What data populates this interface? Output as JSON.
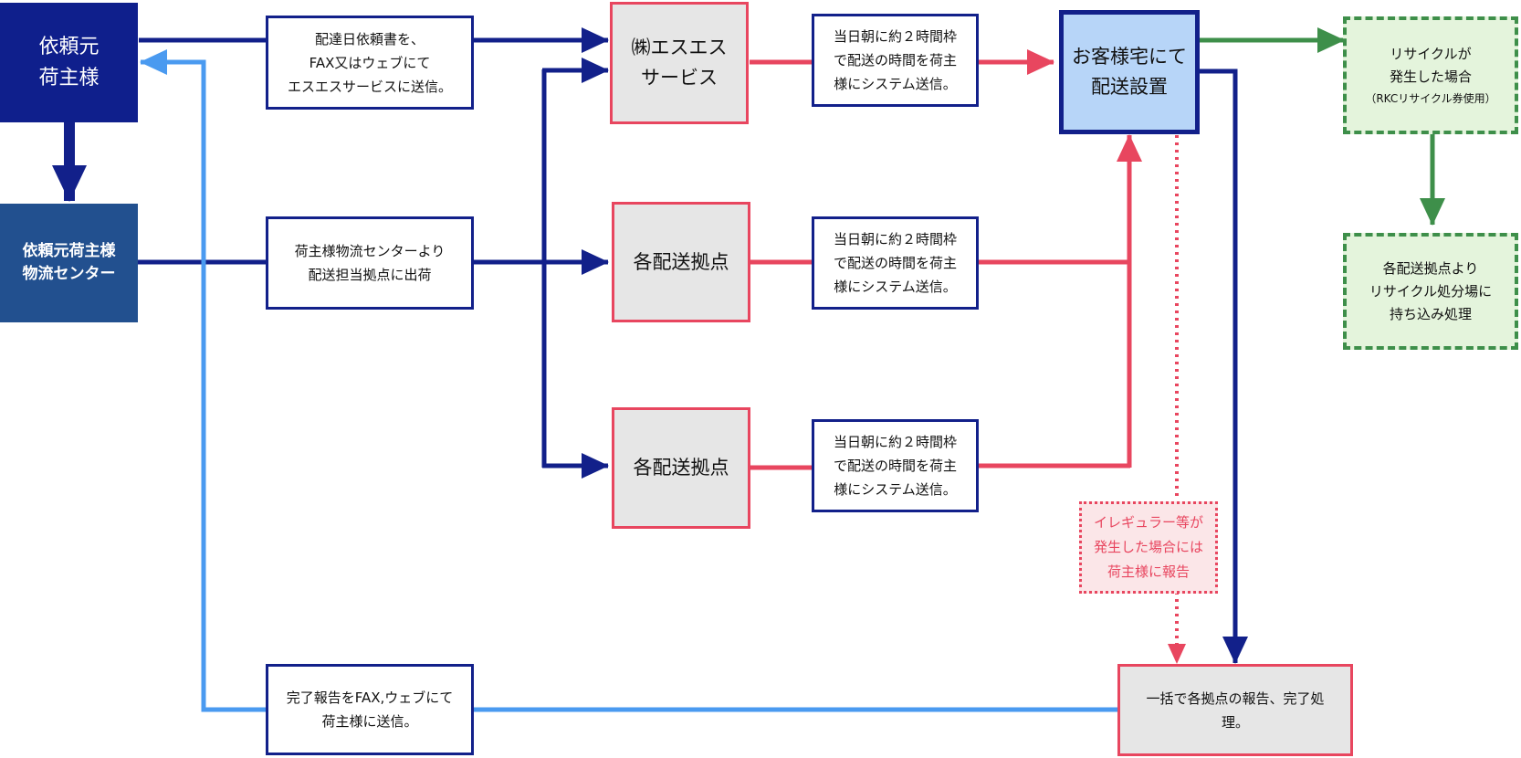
{
  "nodes": {
    "client": "依頼元\n荷主様",
    "logistics_center": "依頼元荷主様\n物流センター",
    "request_note": "配達日依頼書を、\nFAX又はウェブにて\nエスエスサービスに送信。",
    "shipment_note": "荷主様物流センターより\n配送担当拠点に出荷",
    "completion_note": "完了報告をFAX,ウェブにて\n荷主様に送信。",
    "ss_service": "㈱エスエス\nサービス",
    "depot_1": "各配送拠点",
    "depot_2": "各配送拠点",
    "schedule_note_1": "当日朝に約２時間枠\nで配送の時間を荷主\n様にシステム送信。",
    "schedule_note_2": "当日朝に約２時間枠\nで配送の時間を荷主\n様にシステム送信。",
    "schedule_note_3": "当日朝に約２時間枠\nで配送の時間を荷主\n様にシステム送信。",
    "customer_home": "お客様宅にて\n配送設置",
    "recycle_case": "リサイクルが\n発生した場合",
    "recycle_ticket": "（RKCリサイクル券使用）",
    "recycle_disposal": "各配送拠点より\nリサイクル処分場に\n持ち込み処理",
    "irregular_report": "イレギュラー等が\n発生した場合には\n荷主様に報告",
    "batch_report": "一括で各拠点の報告、完了処理。"
  },
  "colors": {
    "client_fill": "#0f1f8c",
    "center_fill": "#22508f",
    "navy_flow": "#12208a",
    "red_flow": "#e8465f",
    "blue_return": "#4a9af0",
    "green_flow": "#3e8f4a",
    "dest_fill": "#b7d5f8",
    "gray_fill": "#e6e6e6",
    "green_fill": "#e4f4dc",
    "pink_fill": "#fbe6e8"
  }
}
